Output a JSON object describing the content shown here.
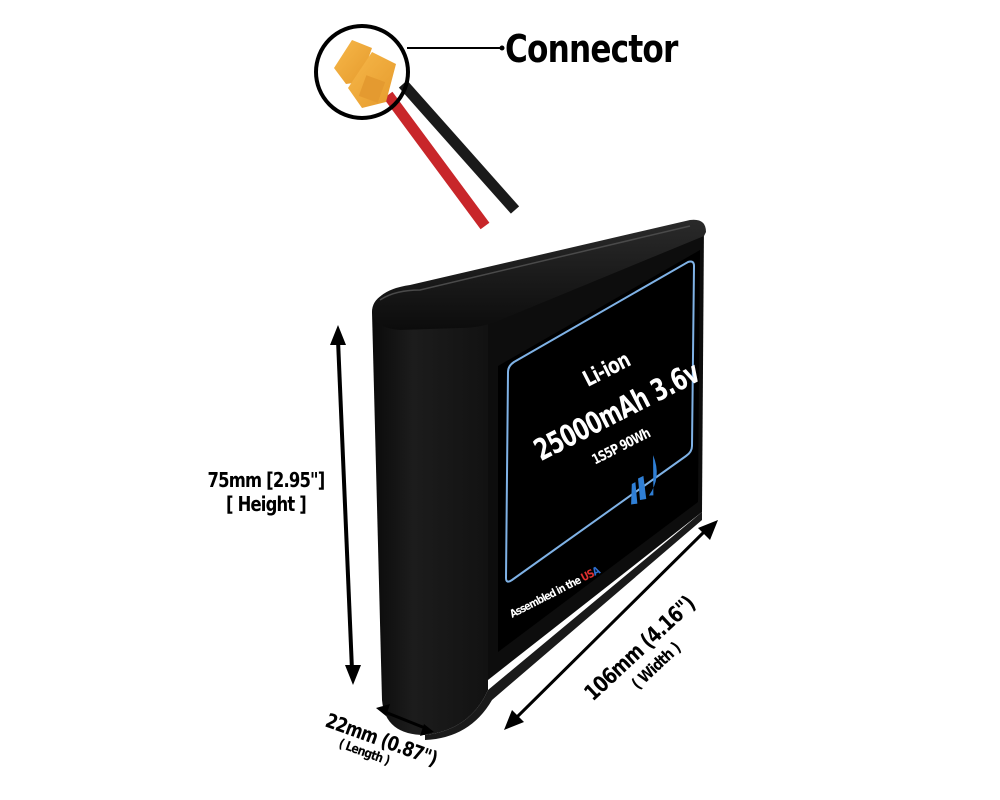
{
  "diagram": {
    "subject": "Li-ion battery pack with XT60-style connector",
    "colors": {
      "background": "#ffffff",
      "battery_body": "#111111",
      "label_border": "#7fb2e6",
      "connector": "#f2a83a",
      "wire_red": "#c8262a",
      "wire_black": "#1a1a1a",
      "logo_blue": "#2f7fd6",
      "annotation": "#000000"
    }
  },
  "callout": {
    "connector_label": "Connector"
  },
  "dimensions": {
    "height": {
      "value": "75mm [2.95\"]",
      "name": "[ Height ]"
    },
    "length": {
      "value": "22mm (0.87\")",
      "name": "( Length )"
    },
    "width": {
      "value": "106mm (4.16\")",
      "name": "( Width )"
    }
  },
  "battery_label": {
    "chemistry": "Li-ion",
    "capacity_voltage": "25000mAh 3.6v",
    "configuration": "1S5P 90Wh",
    "assembled_prefix": "Assembled in the ",
    "assembled_us_u": "U",
    "assembled_us_s": "S",
    "assembled_us_a": "A"
  }
}
